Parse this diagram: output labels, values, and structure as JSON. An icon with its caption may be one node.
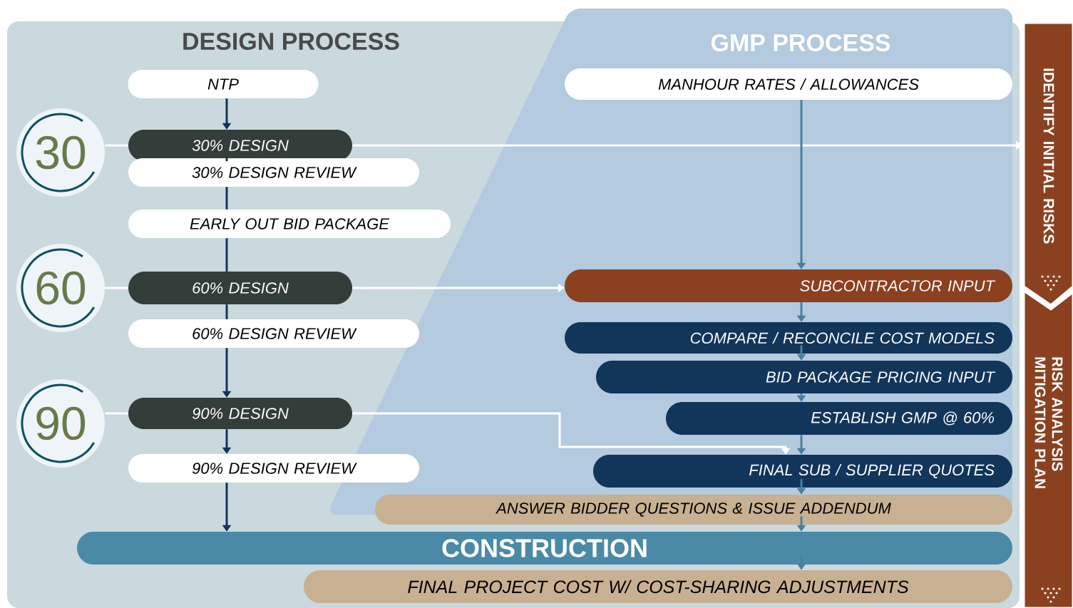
{
  "diagram": {
    "nodes": [
      {
        "text": [
          "NTP"
        ]
      },
      {
        "text": [
          "30"
        ]
      },
      {
        "text": [
          "30% DESIGN"
        ]
      },
      {
        "text": [
          "30% DESIGN REVIEW"
        ]
      },
      {
        "text": [
          "EARLY OUT BID PACKAGE"
        ]
      },
      {
        "text": [
          "60"
        ]
      },
      {
        "text": [
          "60% DESIGN"
        ]
      },
      {
        "text": [
          "60% DESIGN REVIEW"
        ]
      },
      {
        "text": [
          "90"
        ]
      },
      {
        "text": [
          "90% DESIGN"
        ]
      },
      {
        "text": [
          "90% DESIGN REVIEW"
        ]
      },
      {
        "text": [
          "MANHOUR RATES / ALLOWANCES"
        ]
      },
      {
        "text": [
          "SUBCONTRACTOR INPUT"
        ]
      },
      {
        "text": [
          "COMPARE / RECONCILE COST MODELS"
        ]
      },
      {
        "text": [
          "BID PACKAGE PRICING INPUT"
        ]
      },
      {
        "text": [
          "ESTABLISH GMP @ 60%"
        ]
      },
      {
        "text": [
          "FINAL SUB / SUPPLIER QUOTES"
        ]
      },
      {
        "text": [
          "ANSWER BIDDER QUESTIONS & ISSUE ADDENDUM"
        ]
      },
      {
        "text": [
          "CONSTRUCTION"
        ]
      },
      {
        "text": [
          "FINAL PROJECT COST W/ COST-SHARING ADJUSTMENTS"
        ]
      },
      {
        "text": [
          "IDENTIFY INITIAL RISKS"
        ]
      },
      {
        "text": [
          "RISK ANALYSIS MITIGATION PLAN"
        ]
      }
    ],
    "edges": [
      {
        "from": 0,
        "to": 2,
        "arrow": "to"
      },
      {
        "from": 1,
        "to": 2,
        "arrow": "none",
        "color": "#ffffff"
      },
      {
        "from": 2,
        "to": 3,
        "arrow": "none"
      },
      {
        "from": 3,
        "to": 4,
        "arrow": "none"
      },
      {
        "from": 4,
        "to": 6,
        "arrow": "none"
      },
      {
        "from": 5,
        "to": 6,
        "arrow": "none",
        "color": "#ffffff"
      },
      {
        "from": 6,
        "to": 7,
        "arrow": "none"
      },
      {
        "from": 7,
        "to": 9,
        "arrow": "to"
      },
      {
        "from": 8,
        "to": 9,
        "arrow": "none",
        "color": "#ffffff"
      },
      {
        "from": 9,
        "to": 10,
        "arrow": "to"
      },
      {
        "from": 10,
        "to": 18,
        "arrow": "to"
      },
      {
        "from": 2,
        "to": 20,
        "arrow": "to",
        "color": "#ffffff"
      },
      {
        "from": 6,
        "to": 12,
        "arrow": "to",
        "color": "#ffffff"
      },
      {
        "from": 9,
        "to": 16,
        "arrow": "to",
        "color": "#ffffff"
      },
      {
        "from": 11,
        "to": 12,
        "arrow": "to",
        "color": "#4a7f9c"
      },
      {
        "from": 12,
        "to": 13,
        "arrow": "to",
        "color": "#4a7f9c"
      },
      {
        "from": 13,
        "to": 14,
        "arrow": "to",
        "color": "#4a7f9c"
      },
      {
        "from": 14,
        "to": 15,
        "arrow": "to",
        "color": "#4a7f9c"
      },
      {
        "from": 15,
        "to": 16,
        "arrow": "to",
        "color": "#4a7f9c"
      },
      {
        "from": 16,
        "to": 17,
        "arrow": "to",
        "color": "#4a7f9c"
      },
      {
        "from": 17,
        "to": 18,
        "arrow": "to",
        "color": "#4a7f9c"
      },
      {
        "from": 18,
        "to": 19,
        "arrow": "to",
        "color": "#4a7f9c"
      }
    ],
    "labels": [
      "DESIGN PROCESS",
      "GMP PROCESS"
    ]
  }
}
